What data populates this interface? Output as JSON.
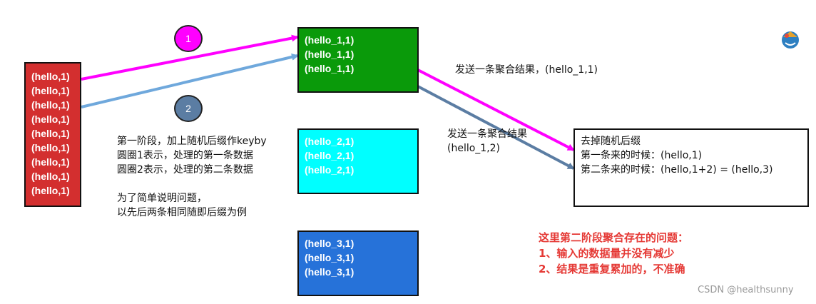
{
  "source_box": {
    "lines": [
      "(hello,1)",
      "(hello,1)",
      "(hello,1)",
      "(hello,1)",
      "(hello,1)",
      "(hello,1)",
      "(hello,1)",
      "(hello,1)",
      "(hello,1)"
    ],
    "color": "#d32f2f"
  },
  "green_box": {
    "lines": [
      "(hello_1,1)",
      "(hello_1,1)",
      "(hello_1,1)"
    ],
    "color": "#0a9a0a"
  },
  "cyan_box": {
    "lines": [
      "(hello_2,1)",
      "(hello_2,1)",
      "(hello_2,1)"
    ],
    "color": "#00ffff"
  },
  "blue_box": {
    "lines": [
      "(hello_3,1)",
      "(hello_3,1)",
      "(hello_3,1)"
    ],
    "color": "#2672d9"
  },
  "circle1": {
    "label": "1",
    "color": "#ff00ff"
  },
  "circle2": {
    "label": "2",
    "color": "#5b7da3"
  },
  "stage1_note": {
    "lines": [
      "第一阶段，加上随机后缀作keyby",
      "圆圈1表示，处理的第一条数据",
      "圆圈2表示，处理的第二条数据",
      "",
      "为了简单说明问题，",
      "以先后两条相同随即后缀为例"
    ]
  },
  "send_note_1": "发送一条聚合结果，(hello_1,1)",
  "send_note_2": {
    "lines": [
      "发送一条聚合结果",
      "(hello_1,2)"
    ]
  },
  "result_box": {
    "lines": [
      "去掉随机后缀",
      "第一条来的时候：(hello,1)",
      "第二条来的时候：(hello,1+2) = (hello,3)"
    ]
  },
  "problem_note": {
    "lines": [
      "这里第二阶段聚合存在的问题：",
      "1、输入的数据量并没有减少",
      "2、结果是重复累加的，不准确"
    ],
    "color": "#e53935"
  },
  "arrow_colors": {
    "magenta": "#ff00ff",
    "light_blue": "#6fa8dc",
    "slate": "#5b7da3"
  },
  "watermark": "CSDN @healthsunny"
}
